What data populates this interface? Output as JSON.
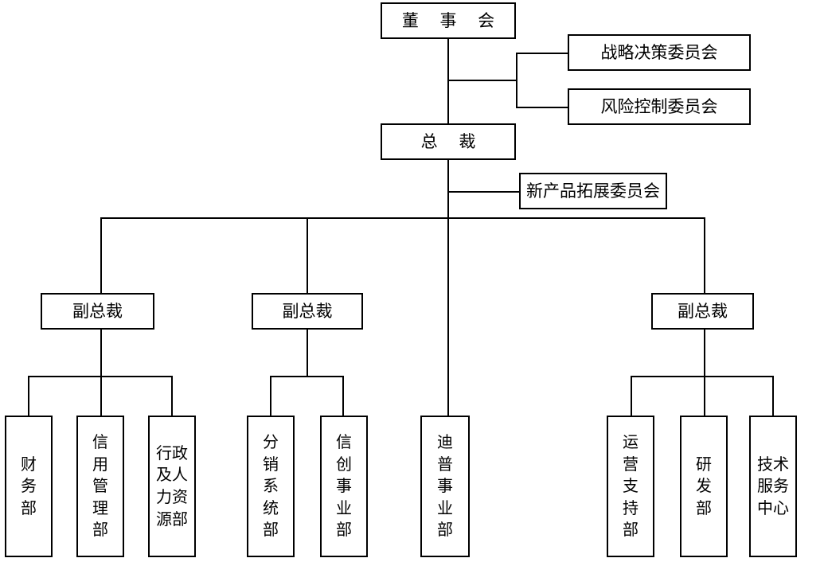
{
  "chart_data": {
    "type": "diagram",
    "title": "",
    "diagram_kind": "organization-chart",
    "language": "zh-CN",
    "orientation": "top-down",
    "colors": {
      "background": "#ffffff",
      "line": "#000000",
      "box_border": "#000000",
      "text": "#000000"
    },
    "levels": [
      {
        "level": 1,
        "nodes": [
          "董 事 会"
        ]
      },
      {
        "level": 2,
        "nodes": [
          "总  裁"
        ]
      },
      {
        "level": 3,
        "nodes": [
          "副总裁",
          "副总裁",
          "副总裁"
        ]
      },
      {
        "level": 4,
        "nodes": [
          "财务部",
          "信用管理部",
          "行政及人力资源部",
          "分销系统部",
          "信创事业部",
          "迪普事业部",
          "运营支持部",
          "研发部",
          "技术服务中心"
        ]
      }
    ],
    "staff_committees": [
      "战略决策委员会",
      "风险控制委员会",
      "新产品拓展委员会"
    ],
    "edges": [
      {
        "from": "董 事 会",
        "to": "战略决策委员会",
        "kind": "staff"
      },
      {
        "from": "董 事 会",
        "to": "风险控制委员会",
        "kind": "staff"
      },
      {
        "from": "董 事 会",
        "to": "总  裁",
        "kind": "line"
      },
      {
        "from": "总  裁",
        "to": "新产品拓展委员会",
        "kind": "staff"
      },
      {
        "from": "总  裁",
        "to": "副总裁 (1)",
        "kind": "line"
      },
      {
        "from": "总  裁",
        "to": "副总裁 (2)",
        "kind": "line"
      },
      {
        "from": "总  裁",
        "to": "迪普事业部",
        "kind": "line"
      },
      {
        "from": "总  裁",
        "to": "副总裁 (3)",
        "kind": "line"
      },
      {
        "from": "副总裁 (1)",
        "to": "财务部",
        "kind": "line"
      },
      {
        "from": "副总裁 (1)",
        "to": "信用管理部",
        "kind": "line"
      },
      {
        "from": "副总裁 (1)",
        "to": "行政及人力资源部",
        "kind": "line"
      },
      {
        "from": "副总裁 (2)",
        "to": "分销系统部",
        "kind": "line"
      },
      {
        "from": "副总裁 (2)",
        "to": "信创事业部",
        "kind": "line"
      },
      {
        "from": "副总裁 (3)",
        "to": "运营支持部",
        "kind": "line"
      },
      {
        "from": "副总裁 (3)",
        "to": "研发部",
        "kind": "line"
      },
      {
        "from": "副总裁 (3)",
        "to": "技术服务中心",
        "kind": "line"
      }
    ]
  },
  "nodes": {
    "board": "董 事 会",
    "president": "总  裁",
    "committee_strategy": "战略决策委员会",
    "committee_risk": "风险控制委员会",
    "committee_newproduct": "新产品拓展委员会",
    "vp1": "副总裁",
    "vp2": "副总裁",
    "vp3": "副总裁",
    "dept_finance": "财务部",
    "dept_credit": "信用管理部",
    "dept_hr": "行政及人力资源部",
    "dept_distribution": "分销系统部",
    "dept_xinchuang": "信创事业部",
    "dept_dptech": "迪普事业部",
    "dept_operations": "运营支持部",
    "dept_rd": "研发部",
    "dept_techservice": "技术服务中心"
  }
}
